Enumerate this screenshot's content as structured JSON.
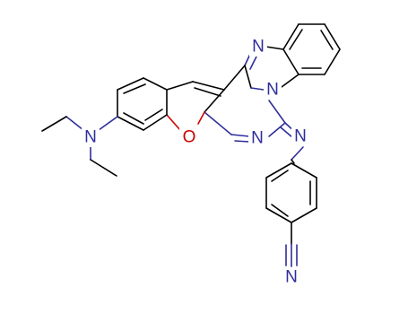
{
  "molecule": {
    "colors": {
      "bond": "#000000",
      "nitrogen": "#2e2e9a",
      "oxygen": "#cc0000",
      "background": "#ffffff"
    },
    "atoms": {
      "n_imidazole": "N",
      "n_bridgehead": "N",
      "n_pyrimidine": "N",
      "n_imine": "N",
      "o_chromene": "O",
      "n_diethylamino": "N",
      "n_nitrile": "N"
    }
  }
}
